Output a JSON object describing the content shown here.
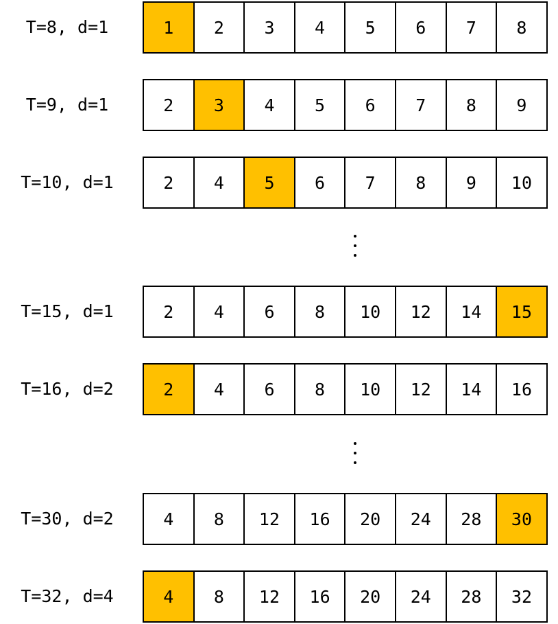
{
  "colors": {
    "highlight": "#ffc000",
    "border": "#000000",
    "background": "#ffffff"
  },
  "rows": [
    {
      "label": "T=8, d=1",
      "cells": [
        "1",
        "2",
        "3",
        "4",
        "5",
        "6",
        "7",
        "8"
      ],
      "highlight_index": 0
    },
    {
      "label": "T=9, d=1",
      "cells": [
        "2",
        "3",
        "4",
        "5",
        "6",
        "7",
        "8",
        "9"
      ],
      "highlight_index": 1
    },
    {
      "label": "T=10, d=1",
      "cells": [
        "2",
        "4",
        "5",
        "6",
        "7",
        "8",
        "9",
        "10"
      ],
      "highlight_index": 2
    },
    {
      "label": "T=15, d=1",
      "cells": [
        "2",
        "4",
        "6",
        "8",
        "10",
        "12",
        "14",
        "15"
      ],
      "highlight_index": 7
    },
    {
      "label": "T=16, d=2",
      "cells": [
        "2",
        "4",
        "6",
        "8",
        "10",
        "12",
        "14",
        "16"
      ],
      "highlight_index": 0
    },
    {
      "label": "T=30, d=2",
      "cells": [
        "4",
        "8",
        "12",
        "16",
        "20",
        "24",
        "28",
        "30"
      ],
      "highlight_index": 7
    },
    {
      "label": "T=32, d=4",
      "cells": [
        "4",
        "8",
        "12",
        "16",
        "20",
        "24",
        "28",
        "32"
      ],
      "highlight_index": 0
    }
  ]
}
